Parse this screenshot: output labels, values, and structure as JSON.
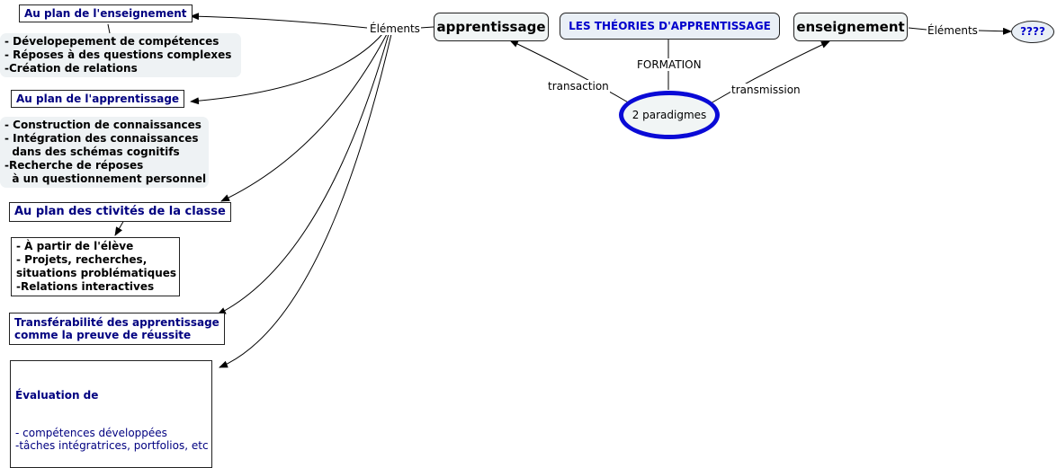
{
  "colors": {
    "accent_blue": "#0a0ad6",
    "navy_text": "#000080",
    "title_blue": "#0000cc",
    "node_fill": "#f1f5f5"
  },
  "central": {
    "label": "2 paradigmes"
  },
  "top": {
    "title": "LES THÉORIES D'APPRENTISSAGE",
    "formation_label": "FORMATION",
    "apprentissage": "apprentissage",
    "enseignement": "enseignement",
    "transaction_label": "transaction",
    "transmission_label": "transmission",
    "elements_left_label": "Éléments",
    "elements_right_label": "Éléments",
    "unknown_node": "????"
  },
  "branches": [
    {
      "heading": "Au plan de l'enseignement",
      "details": "- Dévelopepement de compétences\n- Réposes à des questions complexes\n-Création de relations"
    },
    {
      "heading": "Au plan de l'apprentissage",
      "details": "- Construction de connaissances\n- Intégration des connaissances\n  dans des schémas cognitifs\n-Recherche de réposes\n  à un questionnement personnel"
    },
    {
      "heading": "Au plan des ctivités de la classe",
      "details": "- À partir de l'élève\n- Projets, recherches,\nsituations problématiques\n-Relations interactives"
    },
    {
      "heading": "Transférabilité des apprentissage\ncomme la preuve de réussite"
    },
    {
      "heading": "Évaluation de",
      "details": "- compétences développées\n-tâches intégratrices, portfolios, etc"
    }
  ]
}
